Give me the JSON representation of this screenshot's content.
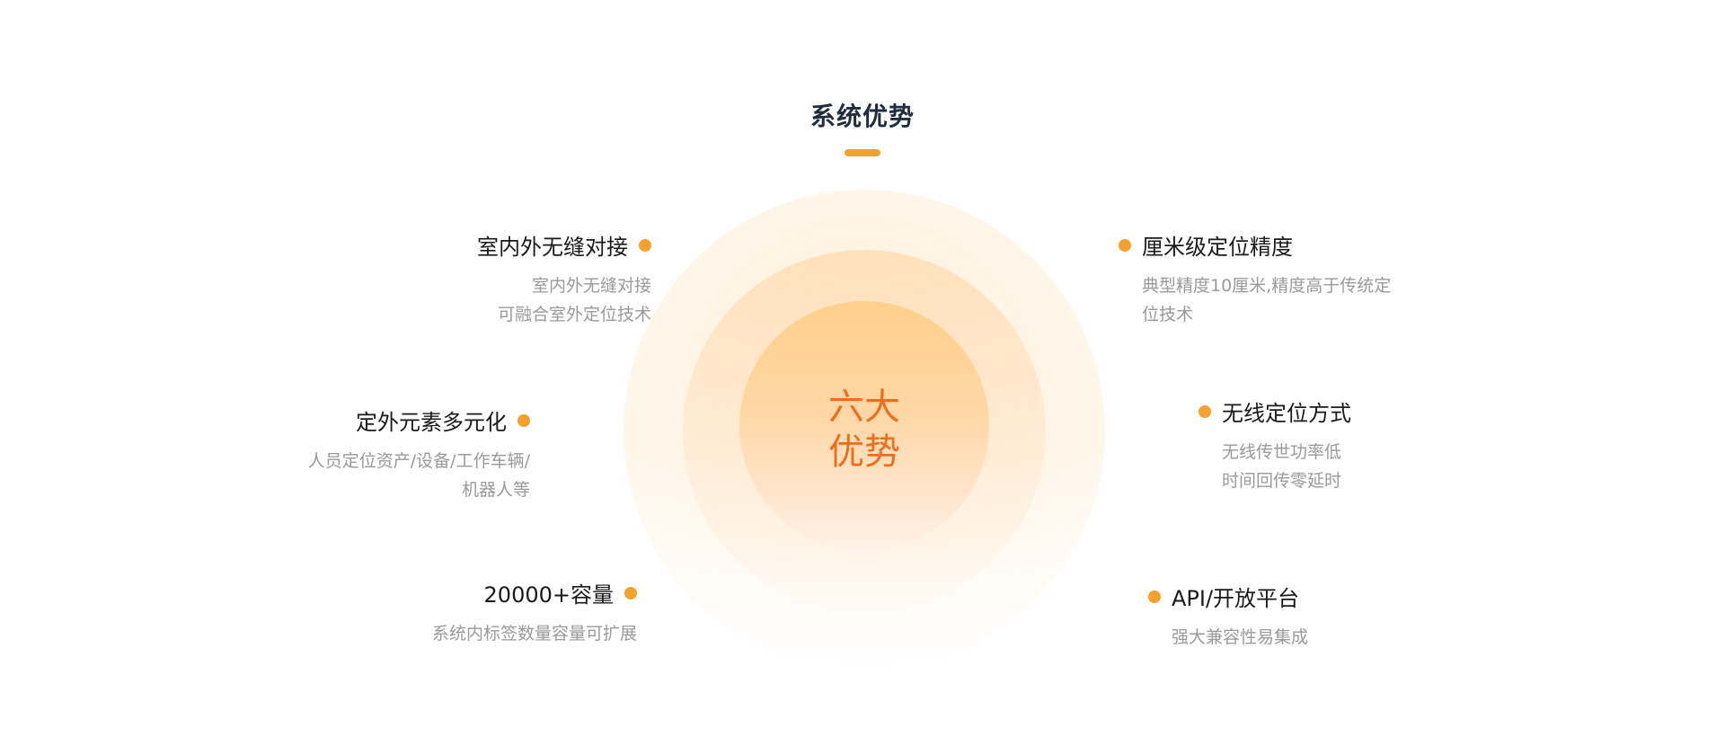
{
  "title": "系统优势",
  "center": {
    "line1": "六大",
    "line2": "优势"
  },
  "features": {
    "left": [
      {
        "title": "室内外无缝对接",
        "desc": [
          "室内外无缝对接",
          "可融合室外定位技术"
        ]
      },
      {
        "title": "定外元素多元化",
        "desc": [
          "人员定位资产/设备/工作车辆/",
          "机器人等"
        ]
      },
      {
        "title": "20000+容量",
        "desc": [
          "系统内标签数量容量可扩展"
        ]
      }
    ],
    "right": [
      {
        "title": "厘米级定位精度",
        "desc": [
          "典型精度10厘米,精度高于传统定",
          "位技术"
        ]
      },
      {
        "title": "无线定位方式",
        "desc": [
          "无线传世功率低",
          "时间回传零延时"
        ]
      },
      {
        "title": "API/开放平台",
        "desc": [
          "强大兼容性易集成"
        ]
      }
    ]
  },
  "colors": {
    "accent": "#f5a02f",
    "center_text": "#ec6f1d",
    "title": "#1f2d3d",
    "desc": "#9a9a9a"
  }
}
